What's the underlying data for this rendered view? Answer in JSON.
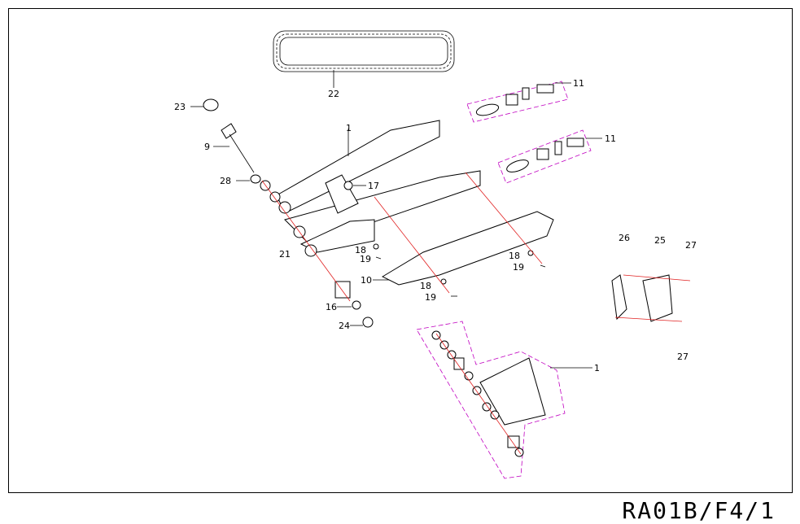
{
  "diagram": {
    "page_code": "RA01B/F4/1",
    "callouts": [
      {
        "id": "c22",
        "text": "22"
      },
      {
        "id": "c11a",
        "text": "11"
      },
      {
        "id": "c11b",
        "text": "11"
      },
      {
        "id": "c23",
        "text": "23"
      },
      {
        "id": "c1a",
        "text": "1"
      },
      {
        "id": "c9",
        "text": "9"
      },
      {
        "id": "c28",
        "text": "28"
      },
      {
        "id": "c17",
        "text": "17"
      },
      {
        "id": "c21",
        "text": "21"
      },
      {
        "id": "c18a",
        "text": "18"
      },
      {
        "id": "c19a",
        "text": "19"
      },
      {
        "id": "c10",
        "text": "10"
      },
      {
        "id": "c18b",
        "text": "18"
      },
      {
        "id": "c19b",
        "text": "19"
      },
      {
        "id": "c18c",
        "text": "18"
      },
      {
        "id": "c19c",
        "text": "19"
      },
      {
        "id": "c16",
        "text": "16"
      },
      {
        "id": "c24",
        "text": "24"
      },
      {
        "id": "c26",
        "text": "26"
      },
      {
        "id": "c25",
        "text": "25"
      },
      {
        "id": "c27a",
        "text": "27"
      },
      {
        "id": "c27b",
        "text": "27"
      },
      {
        "id": "c1b",
        "text": "1"
      }
    ]
  }
}
